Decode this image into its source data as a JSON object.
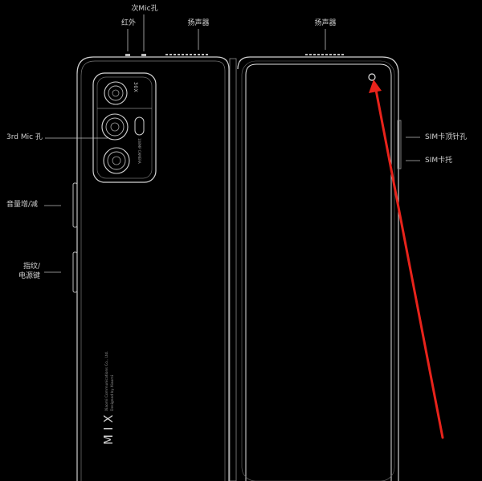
{
  "labels": {
    "ir_blaster": "红外",
    "secondary_mic": "次Mic孔",
    "speaker_left": "扬声器",
    "speaker_right": "扬声器",
    "third_mic": "3rd Mic 孔",
    "volume": "音量增/减",
    "fingerprint_line1": "指纹/",
    "fingerprint_line2": "电源键",
    "sim_pin": "SIM卡顶针孔",
    "sim_tray": "SIM卡托"
  },
  "phone_text": {
    "brand": "MIX",
    "designed_by": "Designed by Xiaomi",
    "company": "Xiaomi Communications Co., Ltd.",
    "zoom": "30X",
    "lens_label": "108MP CAMERA"
  },
  "colors": {
    "background": "#000000",
    "outline": "#cfcfcf",
    "label_text": "#d0d0d0",
    "arrow": "#e8231b"
  }
}
